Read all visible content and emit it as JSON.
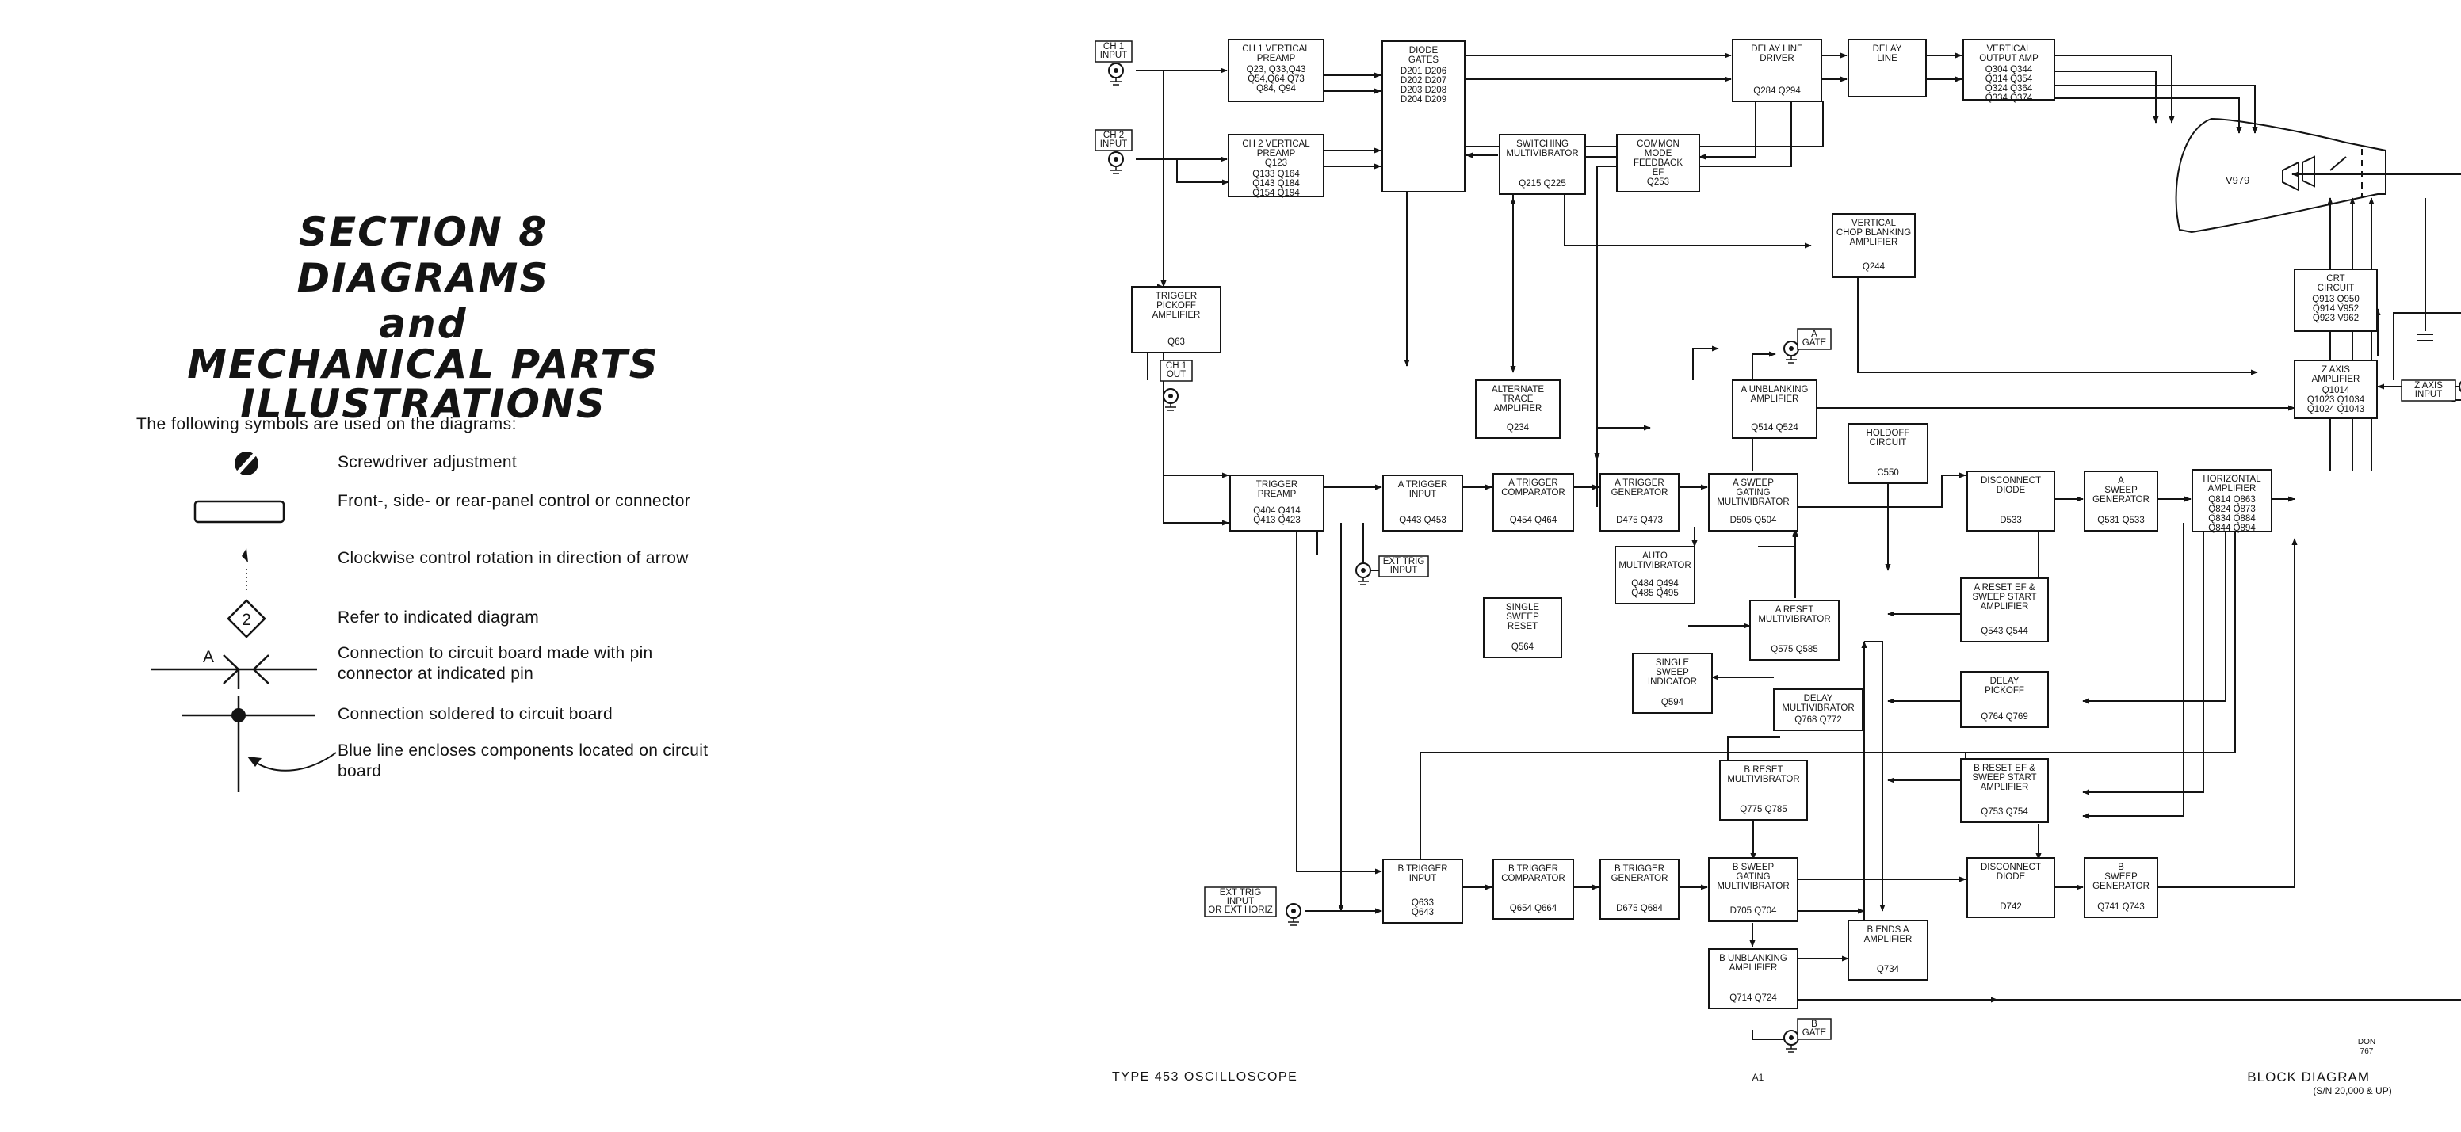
{
  "left_page": {
    "title_lines": [
      "SECTION 8",
      "DIAGRAMS",
      "and",
      "MECHANICAL PARTS ILLUSTRATIONS"
    ],
    "intro": "The following symbols are used on the diagrams:",
    "symbols": [
      {
        "icon": "screwdriver-adjust-icon",
        "text": "Screwdriver adjustment"
      },
      {
        "icon": "panel-control-icon",
        "text": "Front-, side- or rear-panel control or connector"
      },
      {
        "icon": "clockwise-arrow-icon",
        "text": "Clockwise control rotation in direction of arrow"
      },
      {
        "icon": "diagram-reference-icon",
        "badge": "2",
        "text": "Refer to indicated diagram"
      },
      {
        "icon": "pin-connector-icon",
        "badge": "A",
        "text": "Connection to circuit board made with pin connector at indicated pin"
      },
      {
        "icon": "solder-junction-icon",
        "text": "Connection soldered to circuit board"
      },
      {
        "icon": "blue-line-arrow-icon",
        "text": "Blue line encloses components located on circuit board"
      }
    ]
  },
  "diagram": {
    "instrument": "TYPE 453 OSCILLOSCOPE",
    "page_code": "A1",
    "drawing_title": "BLOCK DIAGRAM",
    "serial_note": "(S/N 20,000 & UP)",
    "draftsman": [
      "DON",
      "767"
    ],
    "crt_label": "V979",
    "terminals": {
      "ch1_input": [
        "CH 1",
        "INPUT"
      ],
      "ch2_input": [
        "CH 2",
        "INPUT"
      ],
      "ch1_out": [
        "CH 1",
        "OUT"
      ],
      "ext_trig_input": [
        "EXT TRIG",
        "INPUT"
      ],
      "ext_trig_horiz": [
        "EXT TRIG",
        "INPUT",
        "OR EXT HORIZ"
      ],
      "a_gate": [
        "A",
        "GATE"
      ],
      "b_gate": [
        "B",
        "GATE"
      ],
      "z_axis_input": [
        "Z AXIS",
        "INPUT"
      ]
    },
    "blocks": {
      "ch1_preamp": {
        "title": [
          "CH 1 VERTICAL",
          "PREAMP"
        ],
        "parts": [
          "Q23, Q33,Q43",
          "Q54,Q64,Q73",
          "Q84, Q94"
        ]
      },
      "ch2_preamp": {
        "title": [
          "CH 2 VERTICAL",
          "PREAMP",
          "Q123"
        ],
        "parts": [
          "Q133  Q164",
          "Q143  Q184",
          "Q154  Q194"
        ]
      },
      "diode_gates": {
        "title": [
          "DIODE",
          "GATES"
        ],
        "parts": [
          "D201   D206",
          "D202   D207",
          "D203   D208",
          "D204   D209"
        ]
      },
      "switching_mv": {
        "title": [
          "SWITCHING",
          "MULTIVIBRATOR"
        ],
        "parts": [
          "Q215     Q225"
        ]
      },
      "common_mode": {
        "title": [
          "COMMON",
          "MODE",
          "FEEDBACK",
          "EF"
        ],
        "parts": [
          "Q253"
        ]
      },
      "delay_line_driver": {
        "title": [
          "DELAY LINE",
          "DRIVER"
        ],
        "parts": [
          "Q284  Q294"
        ]
      },
      "delay_line": {
        "title": [
          "DELAY",
          "LINE"
        ],
        "parts": []
      },
      "vert_output": {
        "title": [
          "VERTICAL",
          "OUTPUT AMP"
        ],
        "parts": [
          "Q304   Q344",
          "Q314   Q354",
          "Q324   Q364",
          "Q334   Q374"
        ]
      },
      "vert_chop": {
        "title": [
          "VERTICAL",
          "CHOP BLANKING",
          "AMPLIFIER"
        ],
        "parts": [
          "Q244"
        ]
      },
      "trig_pickoff": {
        "title": [
          "TRIGGER",
          "PICKOFF",
          "AMPLIFIER"
        ],
        "parts": [
          "Q63"
        ]
      },
      "alt_trace": {
        "title": [
          "ALTERNATE",
          "TRACE",
          "AMPLIFIER"
        ],
        "parts": [
          "Q234"
        ]
      },
      "a_unblanking": {
        "title": [
          "A UNBLANKING",
          "AMPLIFIER"
        ],
        "parts": [
          "Q514    Q524"
        ]
      },
      "holdoff": {
        "title": [
          "HOLDOFF",
          "CIRCUIT"
        ],
        "parts": [
          "C550"
        ]
      },
      "trigger_preamp": {
        "title": [
          "TRIGGER",
          "PREAMP"
        ],
        "parts": [
          "Q404   Q414",
          "Q413   Q423"
        ]
      },
      "a_trigger_input": {
        "title": [
          "A TRIGGER",
          "INPUT"
        ],
        "parts": [
          "Q443    Q453"
        ]
      },
      "a_trigger_comp": {
        "title": [
          "A TRIGGER",
          "COMPARATOR"
        ],
        "parts": [
          "Q454   Q464"
        ]
      },
      "a_trigger_gen": {
        "title": [
          "A TRIGGER",
          "GENERATOR"
        ],
        "parts": [
          "D475   Q473"
        ]
      },
      "a_sweep_gating": {
        "title": [
          "A SWEEP",
          "GATING",
          "MULTIVIBRATOR"
        ],
        "parts": [
          "D505   Q504"
        ]
      },
      "disconnect_diode_a": {
        "title": [
          "DISCONNECT",
          "DIODE"
        ],
        "parts": [
          "D533"
        ]
      },
      "a_sweep_gen": {
        "title": [
          "A",
          "SWEEP",
          "GENERATOR"
        ],
        "parts": [
          "Q531   Q533"
        ]
      },
      "horizontal_amp": {
        "title": [
          "HORIZONTAL",
          "AMPLIFIER"
        ],
        "parts": [
          "Q814   Q863",
          "Q824   Q873",
          "Q834   Q884",
          "Q844   Q894"
        ]
      },
      "crt_circuit": {
        "title": [
          "CRT",
          "CIRCUIT"
        ],
        "parts": [
          "Q913   Q950",
          "Q914   V952",
          "Q923   V962"
        ]
      },
      "z_axis_amp": {
        "title": [
          "Z AXIS",
          "AMPLIFIER"
        ],
        "parts": [
          "Q1014",
          "Q1023   Q1034",
          "Q1024   Q1043"
        ]
      },
      "auto_mv": {
        "title": [
          "AUTO",
          "MULTIVIBRATOR"
        ],
        "parts": [
          "Q484     Q494",
          "Q485     Q495"
        ]
      },
      "single_sweep_reset": {
        "title": [
          "SINGLE",
          "SWEEP",
          "RESET"
        ],
        "parts": [
          "Q564"
        ]
      },
      "a_reset_mv": {
        "title": [
          "A RESET",
          "MULTIVIBRATOR"
        ],
        "parts": [
          "Q575     Q585"
        ]
      },
      "a_reset_ef": {
        "title": [
          "A RESET EF &",
          "SWEEP START",
          "AMPLIFIER"
        ],
        "parts": [
          "Q543    Q544"
        ]
      },
      "single_sweep_ind": {
        "title": [
          "SINGLE",
          "SWEEP",
          "INDICATOR"
        ],
        "parts": [
          "Q594"
        ]
      },
      "delay_mv": {
        "title": [
          "DELAY",
          "MULTIVIBRATOR"
        ],
        "parts": [
          "Q768   Q772"
        ]
      },
      "delay_pickoff": {
        "title": [
          "DELAY",
          "PICKOFF"
        ],
        "parts": [
          "Q764   Q769"
        ]
      },
      "b_reset_mv": {
        "title": [
          "B RESET",
          "MULTIVIBRATOR"
        ],
        "parts": [
          "Q775     Q785"
        ]
      },
      "b_reset_ef": {
        "title": [
          "B RESET EF &",
          "SWEEP START",
          "AMPLIFIER"
        ],
        "parts": [
          "Q753    Q754"
        ]
      },
      "b_trigger_input": {
        "title": [
          "B TRIGGER",
          "INPUT"
        ],
        "parts": [
          "Q633",
          "Q643"
        ]
      },
      "b_trigger_comp": {
        "title": [
          "B TRIGGER",
          "COMPARATOR"
        ],
        "parts": [
          "Q654   Q664"
        ]
      },
      "b_trigger_gen": {
        "title": [
          "B TRIGGER",
          "GENERATOR"
        ],
        "parts": [
          "D675   Q684"
        ]
      },
      "b_sweep_gating": {
        "title": [
          "B SWEEP",
          "GATING",
          "MULTIVIBRATOR"
        ],
        "parts": [
          "D705   Q704"
        ]
      },
      "disconnect_diode_b": {
        "title": [
          "DISCONNECT",
          "DIODE"
        ],
        "parts": [
          "D742"
        ]
      },
      "b_sweep_gen": {
        "title": [
          "B",
          "SWEEP",
          "GENERATOR"
        ],
        "parts": [
          "Q741   Q743"
        ]
      },
      "b_ends_a": {
        "title": [
          "B ENDS A",
          "AMPLIFIER"
        ],
        "parts": [
          "Q734"
        ]
      },
      "b_unblanking": {
        "title": [
          "B UNBLANKING",
          "AMPLIFIER"
        ],
        "parts": [
          "Q714    Q724"
        ]
      }
    }
  }
}
